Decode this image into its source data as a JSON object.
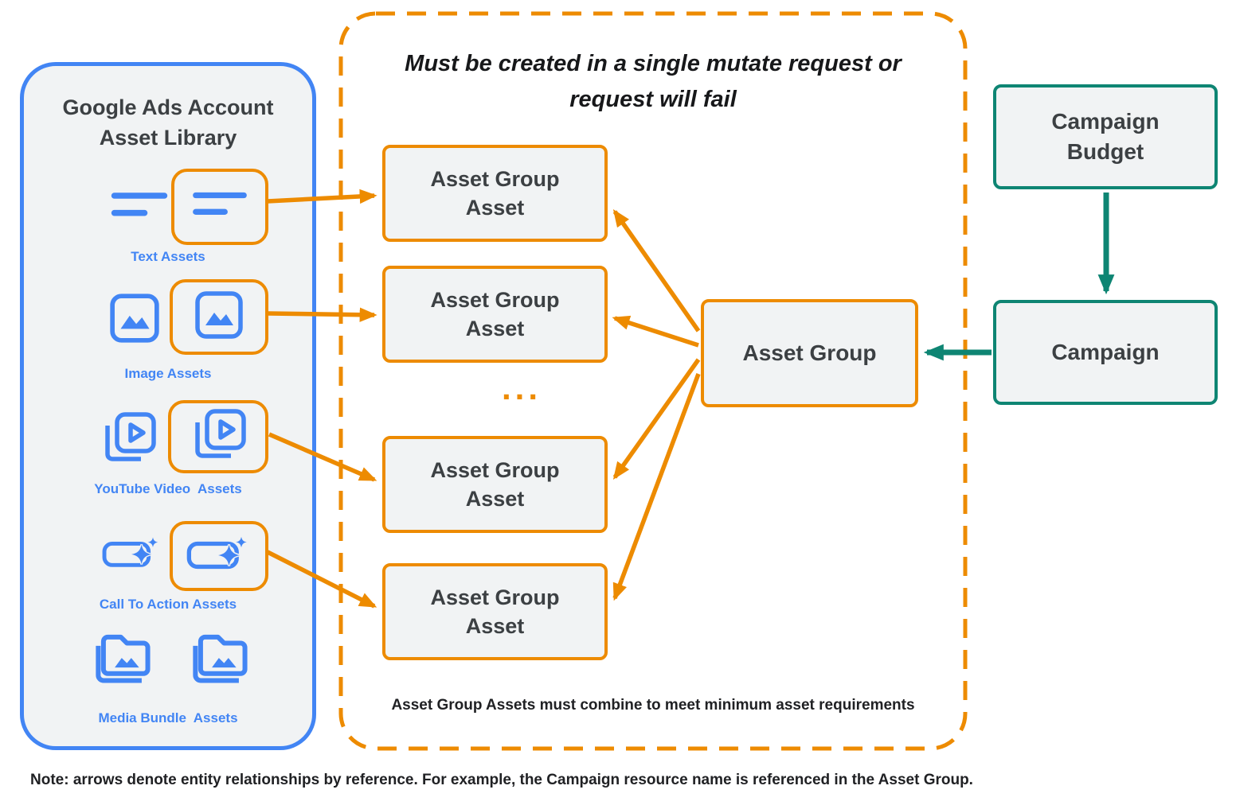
{
  "colors": {
    "blue": "#4285F4",
    "orange": "#ED8B00",
    "teal": "#0E8573",
    "box_fill": "#F1F3F4",
    "text_dark": "#3C4043"
  },
  "library": {
    "title": "Google Ads Account Asset Library",
    "items": [
      {
        "icon": "text-asset-icon",
        "label": "Text Assets"
      },
      {
        "icon": "image-asset-icon",
        "label": "Image Assets"
      },
      {
        "icon": "youtube-video-asset-icon",
        "label": "YouTube Video  Assets"
      },
      {
        "icon": "call-to-action-asset-icon",
        "label": "Call To Action Assets"
      },
      {
        "icon": "media-bundle-asset-icon",
        "label": "Media Bundle  Assets"
      }
    ]
  },
  "mutate_group": {
    "title": "Must be created in a single mutate request or request will fail",
    "asset_group_asset_boxes": [
      "Asset Group Asset",
      "Asset Group Asset",
      "Asset Group Asset",
      "Asset Group Asset"
    ],
    "ellipsis": "...",
    "footer": "Asset Group Assets must combine to meet minimum asset requirements"
  },
  "nodes": {
    "asset_group": "Asset Group",
    "campaign_budget": "Campaign Budget",
    "campaign": "Campaign"
  },
  "note": "Note: arrows denote entity relationships by reference. For example, the Campaign resource name is referenced in the Asset Group."
}
